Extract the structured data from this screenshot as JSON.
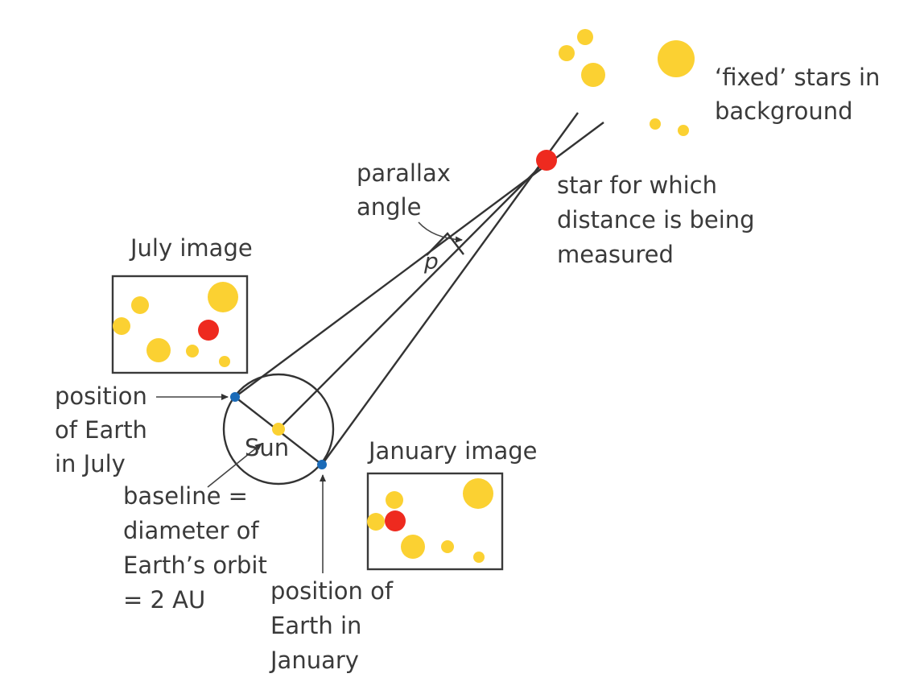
{
  "colors": {
    "star_yellow": "#fbd132",
    "target_red": "#ee2a1f",
    "earth_blue": "#1b6bb8",
    "line": "#333333",
    "text": "#3a3a3a"
  },
  "labels": {
    "fixed_stars": [
      "‘fixed’ stars in",
      "background"
    ],
    "target_star": [
      "star for which",
      "distance is being",
      "measured"
    ],
    "parallax": [
      "parallax",
      "angle"
    ],
    "p_symbol": "p",
    "july_image": "July image",
    "january_image": "January image",
    "sun": "Sun",
    "earth_july": [
      "position",
      "of Earth",
      "in July"
    ],
    "earth_january": [
      "position of",
      "Earth in",
      "January"
    ],
    "baseline": [
      "baseline =",
      "diameter of",
      "Earth’s orbit",
      "= 2 AU"
    ]
  }
}
